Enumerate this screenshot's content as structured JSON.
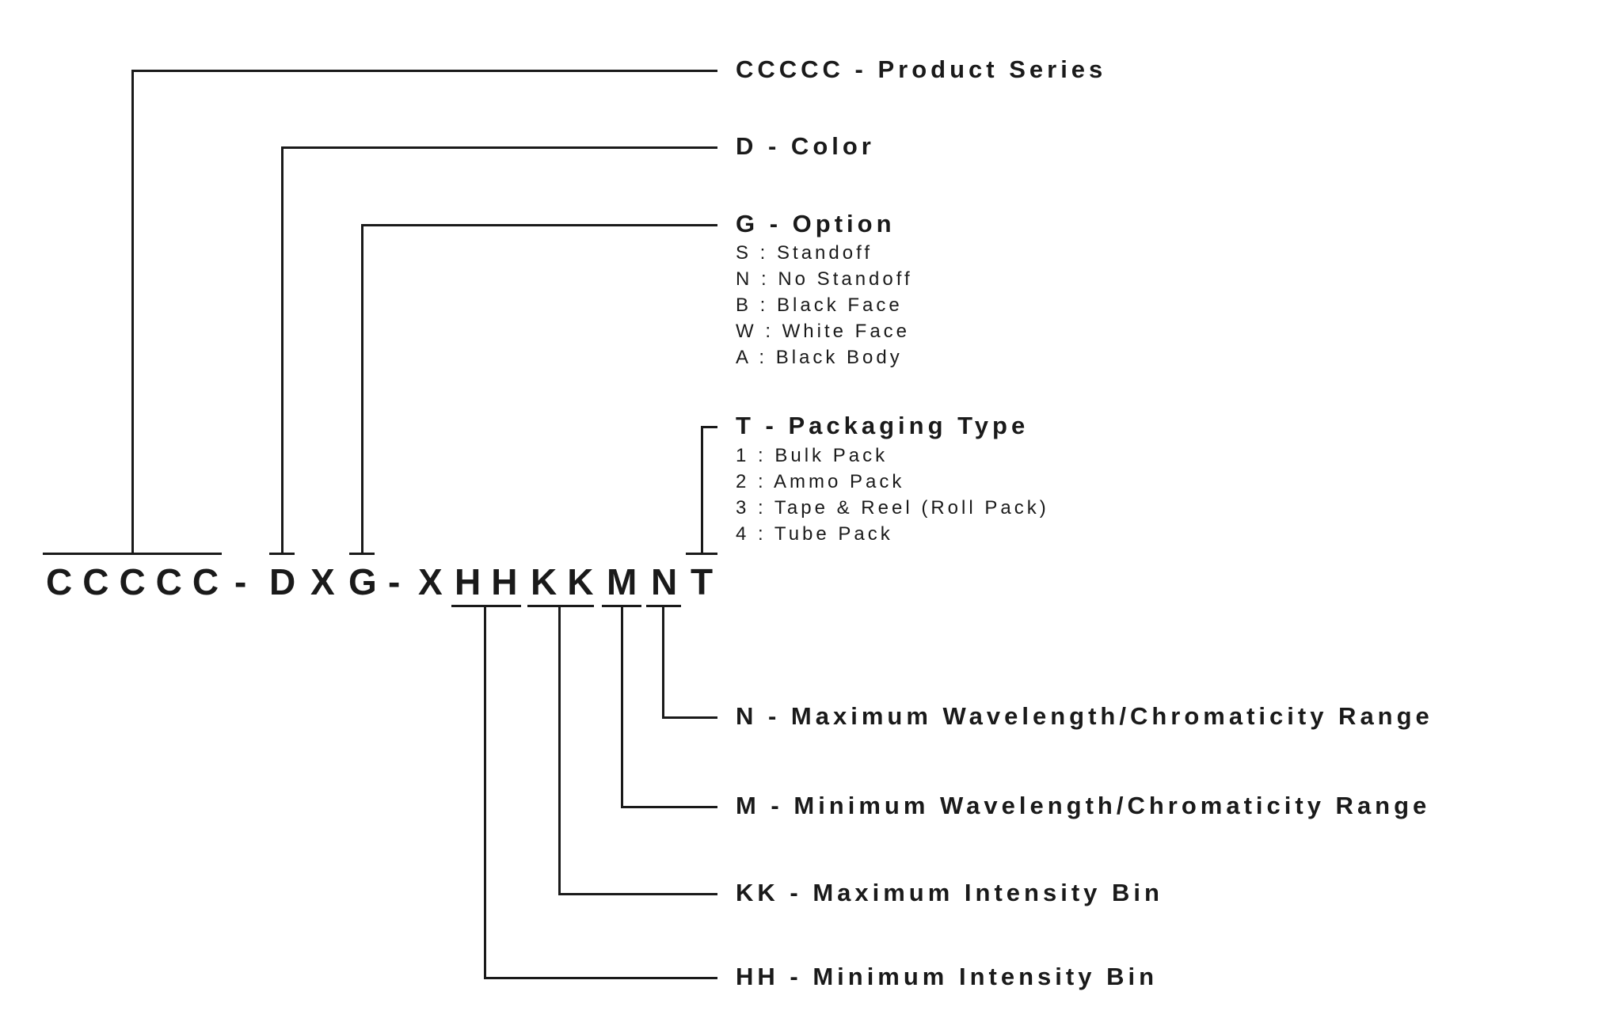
{
  "part_number": {
    "segments": [
      "CCCCC",
      "-",
      "D",
      "X",
      "G",
      "-",
      "X",
      "HH",
      "KK",
      "M",
      "N",
      "T"
    ]
  },
  "callouts_top": [
    {
      "title": "CCCCC - Product Series",
      "options": []
    },
    {
      "title": "D - Color",
      "options": []
    },
    {
      "title": "G - Option",
      "options": [
        "S : Standoff",
        "N : No Standoff",
        "B : Black Face",
        "W : White Face",
        "A : Black Body"
      ]
    },
    {
      "title": "T - Packaging Type",
      "options": [
        "1 : Bulk Pack",
        "2 : Ammo Pack",
        "3 : Tape & Reel (Roll Pack)",
        "4 : Tube Pack"
      ]
    }
  ],
  "callouts_bottom": [
    {
      "title": "N - Maximum Wavelength/Chromaticity Range"
    },
    {
      "title": "M - Minimum Wavelength/Chromaticity Range"
    },
    {
      "title": "KK - Maximum Intensity Bin"
    },
    {
      "title": "HH - Minimum Intensity Bin"
    }
  ],
  "colors": {
    "line": "#1a1a1a",
    "text": "#1a1a1a",
    "background": "#ffffff"
  }
}
